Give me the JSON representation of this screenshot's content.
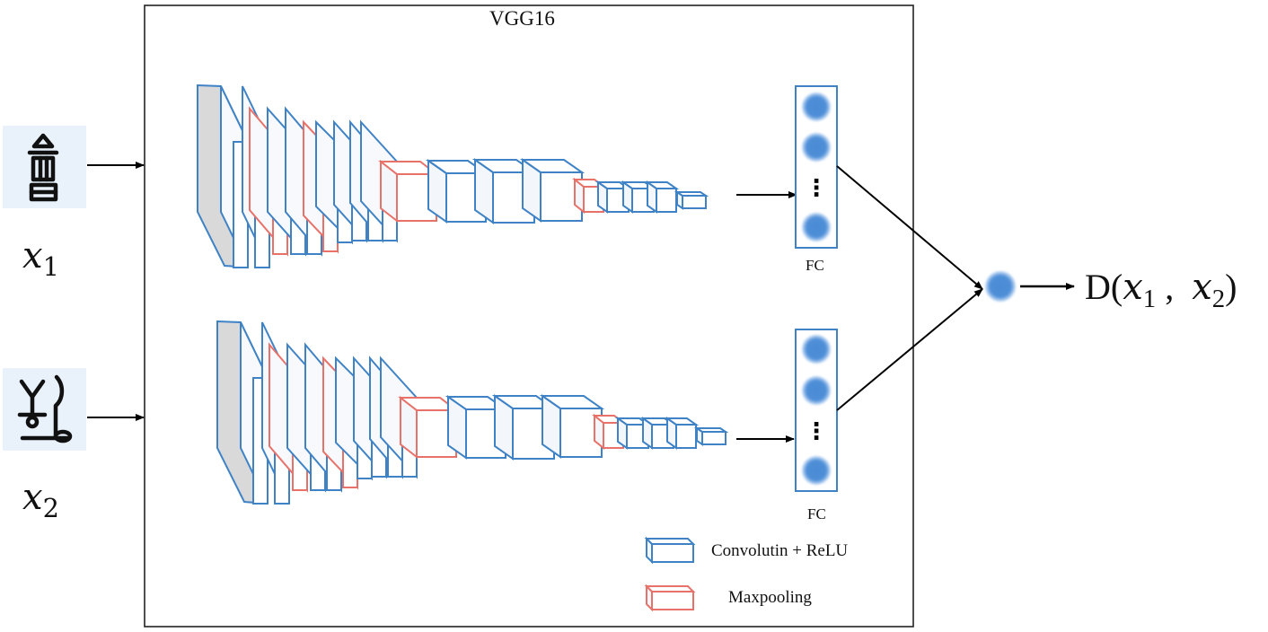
{
  "figure": {
    "title": "VGG16",
    "fc_label": "FC",
    "fc_dots": "⋮"
  },
  "inputs": [
    {
      "var": "x",
      "sub": "1",
      "glyph": "ancient-character-glyph-1"
    },
    {
      "var": "x",
      "sub": "2",
      "glyph": "ancient-character-glyph-2"
    }
  ],
  "output": {
    "func": "D(",
    "var1": "x",
    "sub1": "1",
    "sep": " ,  ",
    "var2": "x",
    "sub2": "2",
    "close": ")"
  },
  "legend": [
    {
      "label": "Convolutin + ReLU",
      "color": "#3f83c6"
    },
    {
      "label": "Maxpooling",
      "color": "#e8726a"
    }
  ],
  "colors": {
    "conv": "#3f83c6",
    "pool": "#e8726a",
    "node": "#4a8ad4",
    "input_bg": "#e9f1fb"
  }
}
